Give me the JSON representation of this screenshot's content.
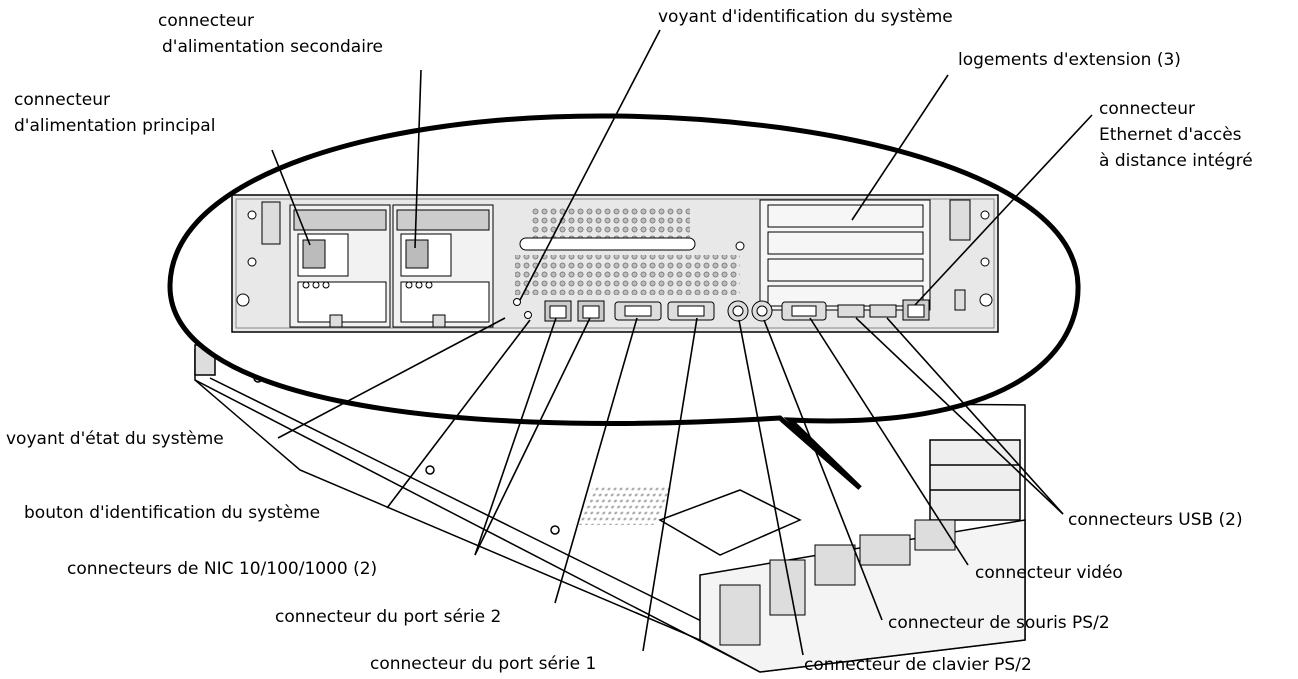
{
  "labels": {
    "aux_power": [
      "connecteur",
      "d'alimentation secondaire"
    ],
    "main_power": [
      "connecteur",
      "d'alimentation principal"
    ],
    "sys_id_led": "voyant d'identification du système",
    "expansion": "logements d'extension (3)",
    "rac_ethernet": [
      "connecteur",
      "Ethernet d'accès",
      "à distance intégré"
    ],
    "status_led": "voyant d'état du système",
    "id_button": "bouton d'identification du système",
    "nic": "connecteurs de NIC 10/100/1000 (2)",
    "serial2": "connecteur du port série 2",
    "serial1": "connecteur du port série 1",
    "keyboard": "connecteur de clavier PS/2",
    "mouse": "connecteur de souris PS/2",
    "video": "connecteur vidéo",
    "usb": "connecteurs USB (2)"
  }
}
